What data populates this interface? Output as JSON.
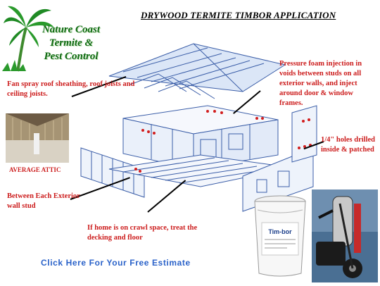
{
  "logo": {
    "line1": "Nature Coast",
    "line2": "Termite &",
    "line3": "Pest Control"
  },
  "title": "DRYWOOD TERMITE TIMBOR APPLICATION",
  "notes": {
    "fan_spray": "Fan spray roof sheathing, roof joists and ceiling joists.",
    "pressure_foam": "Pressure foam injection in voids between studs on all exterior walls, and inject around door & window frames.",
    "holes": "1/4\" holes drilled inside & patched",
    "between_studs": "Between Each Exterior wall stud",
    "crawl_space": "If home is on crawl space, treat the decking and floor"
  },
  "attic_label": "AVERAGE ATTIC",
  "cta": "Click Here For Your Free Estimate",
  "product": {
    "bucket_label": "Tim-bor"
  },
  "colors": {
    "note_red": "#cc1c1c",
    "logo_green": "#0f6a12",
    "cta_blue": "#2a62c9",
    "diagram_blue": "#3b5ea8"
  }
}
